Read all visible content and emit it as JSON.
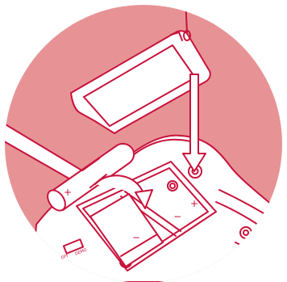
{
  "colors": {
    "background": "#e79396",
    "outline": "#c8123c",
    "fill": "#ffffff"
  },
  "icons": [
    "battery-cover",
    "downward-arrow",
    "curved-insert-arrow",
    "aa-battery",
    "battery-compartment",
    "spring-contact",
    "screw"
  ],
  "labels": {
    "held_battery_plus": "+",
    "slot_top_plus": "+",
    "slot_top_minus": "−",
    "slot_left_minus": "−",
    "switch_off": "OFF",
    "switch_demo": "DEMO"
  }
}
